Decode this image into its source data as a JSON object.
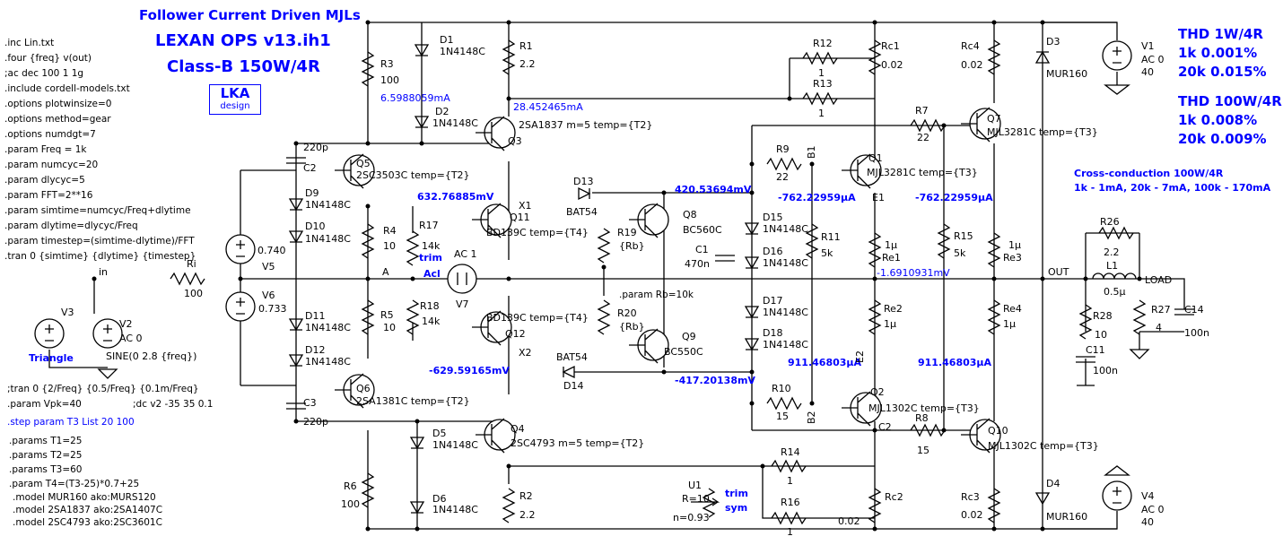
{
  "titles": [
    "Follower Current Driven MJLs",
    "LEXAN OPS v13.ih1",
    "Class-B 150W/4R"
  ],
  "logo": {
    "main": "LKA",
    "sub": "design"
  },
  "directives_left": [
    ".inc Lin.txt",
    ".four {freq} v(out)",
    ";ac dec 100 1 1g",
    ".include cordell-models.txt",
    ".options plotwinsize=0",
    ".options method=gear",
    ".options numdgt=7",
    ".param Freq = 1k",
    ".param numcyc=20",
    ".param dlycyc=5",
    ".param FFT=2**16",
    ".param simtime=numcyc/Freq+dlytime",
    ".param dlytime=dlycyc/Freq",
    ".param timestep=(simtime-dlytime)/FFT",
    ".tran 0 {simtime} {dlytime} {timestep}"
  ],
  "directives_mid": [
    ";tran 0 {2/Freq} {0.5/Freq} {0.1m/Freq}",
    ".param Vpk=40",
    ";dc v2 -35 35 0.1"
  ],
  "step_directive": ".step param T3 List 20 100",
  "params_bottom": [
    ".params T1=25",
    ".params T2=25",
    ".params T3=60",
    ".param T4=(T3-25)*0.7+25"
  ],
  "models_bottom": [
    ".model MUR160 ako:MURS120",
    ".model 2SA1837 ako:2SA1407C",
    ".model 2SC4793 ako:2SC3601C"
  ],
  "param_rb": ".param Rb=10k",
  "thd_1w": {
    "title": "THD 1W/4R",
    "rows": [
      "1k  0.001%",
      "20k 0.015%"
    ]
  },
  "thd_100w": {
    "title": "THD 100W/4R",
    "rows": [
      "1k  0.008%",
      "20k  0.009%"
    ]
  },
  "cross_conduction": {
    "title": "Cross-conduction 100W/4R",
    "line": "1k - 1mA, 20k - 7mA, 100k - 170mA"
  },
  "measurements": [
    "6.5988059mA",
    "28.452465mA",
    "632.76885mV",
    "420.53694mV",
    "-762.22959µA",
    "-762.22959µA",
    "-1.6910931mV",
    "-629.59165mV",
    "-417.20138mV",
    "911.46803µA",
    "911.46803µA"
  ],
  "nets": {
    "in": "in",
    "a": "A",
    "out": "OUT",
    "load": "LOAD",
    "x1": "X1",
    "x2": "X2",
    "b1": "B1",
    "b2": "B2",
    "e1": "E1",
    "e2": "E2",
    "c2": "C2"
  },
  "sources": {
    "v1": [
      "V1",
      "AC 0",
      "40"
    ],
    "v4": [
      "V4",
      "AC 0",
      "40"
    ],
    "v2": [
      "V2",
      "AC 0",
      "SINE(0 2.8 {freq})"
    ],
    "v3": [
      "V3",
      "Triangle"
    ],
    "v5": [
      "0.740",
      "V5"
    ],
    "v6": [
      "V6",
      "0.733"
    ],
    "ac1": [
      "AC 1",
      "Acl",
      "V7"
    ]
  },
  "resistors": [
    [
      "R1",
      "2.2"
    ],
    [
      "R2",
      "2.2"
    ],
    [
      "R3",
      "100"
    ],
    [
      "R4",
      "10"
    ],
    [
      "R5",
      "10"
    ],
    [
      "R6",
      "100"
    ],
    [
      "R7",
      "22"
    ],
    [
      "R8",
      "15"
    ],
    [
      "R9",
      "22"
    ],
    [
      "R10",
      "15"
    ],
    [
      "R11",
      "5k"
    ],
    [
      "R12",
      "1"
    ],
    [
      "R13",
      "1"
    ],
    [
      "R14",
      "1"
    ],
    [
      "R15",
      "5k"
    ],
    [
      "R16",
      "1"
    ],
    [
      "R17",
      "14k"
    ],
    [
      "R18",
      "14k"
    ],
    [
      "R19",
      "{Rb}"
    ],
    [
      "R20",
      "{Rb}"
    ],
    [
      "R26",
      "2.2"
    ],
    [
      "R27",
      "4"
    ],
    [
      "R28",
      "10"
    ],
    [
      "Ri",
      "100"
    ],
    [
      "Rc1",
      "0.02"
    ],
    [
      "Rc2",
      "0.02"
    ],
    [
      "Rc3",
      "0.02"
    ],
    [
      "Rc4",
      "0.02"
    ],
    [
      "Re1",
      "1µ"
    ],
    [
      "Re2",
      "1µ"
    ],
    [
      "Re3",
      "1µ"
    ],
    [
      "Re4",
      "1µ"
    ]
  ],
  "capacitors": [
    [
      "C1",
      "470n"
    ],
    [
      "C2",
      "220p"
    ],
    [
      "C3",
      "220p"
    ],
    [
      "C11",
      "100n"
    ],
    [
      "C14",
      "100n"
    ]
  ],
  "inductors": [
    [
      "L1",
      "0.5µ"
    ]
  ],
  "diodes": [
    [
      "D1",
      "1N4148C"
    ],
    [
      "D2",
      "1N4148C"
    ],
    [
      "D3",
      "MUR160"
    ],
    [
      "D4",
      "MUR160"
    ],
    [
      "D5",
      "1N4148C"
    ],
    [
      "D6",
      "1N4148C"
    ],
    [
      "D9",
      "1N4148C"
    ],
    [
      "D10",
      "1N4148C"
    ],
    [
      "D11",
      "1N4148C"
    ],
    [
      "D12",
      "1N4148C"
    ],
    [
      "D13",
      "BAT54"
    ],
    [
      "D14",
      "BAT54"
    ],
    [
      "D15",
      "1N4148C"
    ],
    [
      "D16",
      "1N4148C"
    ],
    [
      "D17",
      "1N4148C"
    ],
    [
      "D18",
      "1N4148C"
    ]
  ],
  "transistors": [
    [
      "Q1",
      "MJL3281C temp={T3}"
    ],
    [
      "Q2",
      "MJL1302C temp={T3}"
    ],
    [
      "Q3",
      "2SA1837  m=5 temp={T2}"
    ],
    [
      "Q4",
      "2SC4793 m=5 temp={T2}"
    ],
    [
      "Q5",
      "2SC3503C temp={T2}"
    ],
    [
      "Q6",
      "2SA1381C  temp={T2}"
    ],
    [
      "Q7",
      "MJL3281C temp={T3}"
    ],
    [
      "Q8",
      "BC560C"
    ],
    [
      "Q9",
      "BC550C"
    ],
    [
      "Q10",
      "MJL1302C temp={T3}"
    ],
    [
      "Q11",
      "BD139C temp={T4}"
    ],
    [
      "Q12",
      "BD139C temp={T4}"
    ]
  ],
  "trims": {
    "r17": "trim",
    "u1_name": "U1",
    "u1_r": "R=10",
    "u1_n": "n=0.93",
    "u1_label": [
      "trim",
      "sym"
    ]
  }
}
